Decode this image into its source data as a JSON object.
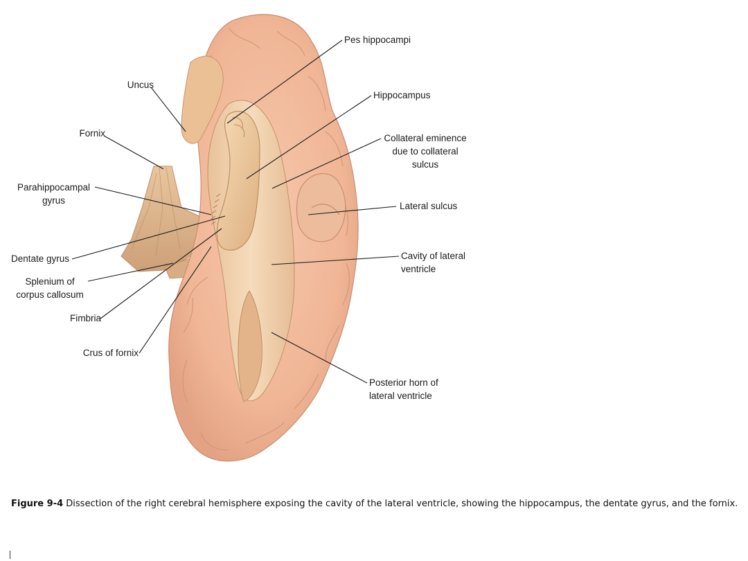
{
  "labels": {
    "pes_hippocampi": "Pes hippocampi",
    "uncus": "Uncus",
    "hippocampus": "Hippocampus",
    "fornix": "Fornix",
    "collateral_eminence": "Collateral eminence\ndue to collateral\nsulcus",
    "parahippocampal_gyrus": "Parahippocampal\ngyrus",
    "lateral_sulcus": "Lateral sulcus",
    "dentate_gyrus": "Dentate gyrus",
    "cavity_lateral_ventricle": "Cavity of lateral\nventricle",
    "splenium": "Splenium of\ncorpus callosum",
    "fimbria": "Fimbria",
    "crus_of_fornix": "Crus of fornix",
    "posterior_horn": "Posterior horn of\nlateral ventricle"
  },
  "caption": {
    "figure_number": "Figure 9-4",
    "text": " Dissection of the right cerebral hemisphere exposing the cavity of the lateral ventricle, showing the hippocampus, the dentate gyrus, and the fornix."
  },
  "colors": {
    "cortex": "#f2b899",
    "cortex_shadow": "#d99a7e",
    "ventricle": "#f0c9a3",
    "hippocampus": "#eec79a",
    "fornix": "#d9b188",
    "leader": "#1a1a1a"
  }
}
